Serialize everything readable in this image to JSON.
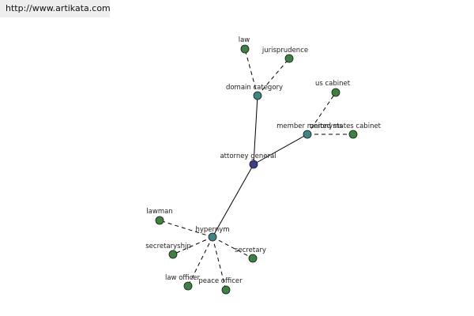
{
  "watermark_url": "http://www.artikata.com",
  "colors": {
    "root": "#3c3c8c",
    "hub": "#3e8686",
    "leaf": "#3f7f3f",
    "edge": "#000000"
  },
  "graph": {
    "nodes": [
      {
        "id": "attorney-general",
        "label": "attorney general",
        "kind": "root"
      },
      {
        "id": "domain-category",
        "label": "domain category",
        "kind": "hub"
      },
      {
        "id": "member-meronyms",
        "label": "member meronyms",
        "kind": "hub"
      },
      {
        "id": "hypernym",
        "label": "hypernym",
        "kind": "hub"
      },
      {
        "id": "law",
        "label": "law",
        "kind": "leaf"
      },
      {
        "id": "jurisprudence",
        "label": "jurisprudence",
        "kind": "leaf"
      },
      {
        "id": "us-cabinet",
        "label": "us cabinet",
        "kind": "leaf"
      },
      {
        "id": "united-states-cabinet",
        "label": "united states cabinet",
        "kind": "leaf"
      },
      {
        "id": "lawman",
        "label": "lawman",
        "kind": "leaf"
      },
      {
        "id": "secretaryship",
        "label": "secretaryship",
        "kind": "leaf"
      },
      {
        "id": "secretary",
        "label": "secretary",
        "kind": "leaf"
      },
      {
        "id": "law-officer",
        "label": "law officer",
        "kind": "leaf"
      },
      {
        "id": "peace-officer",
        "label": "peace officer",
        "kind": "leaf"
      }
    ],
    "edges": [
      {
        "from": "attorney-general",
        "to": "domain-category",
        "style": "solid"
      },
      {
        "from": "attorney-general",
        "to": "member-meronyms",
        "style": "solid"
      },
      {
        "from": "attorney-general",
        "to": "hypernym",
        "style": "solid"
      },
      {
        "from": "domain-category",
        "to": "law",
        "style": "dashed"
      },
      {
        "from": "domain-category",
        "to": "jurisprudence",
        "style": "dashed"
      },
      {
        "from": "member-meronyms",
        "to": "us-cabinet",
        "style": "dashed"
      },
      {
        "from": "member-meronyms",
        "to": "united-states-cabinet",
        "style": "dashed"
      },
      {
        "from": "hypernym",
        "to": "lawman",
        "style": "dashed"
      },
      {
        "from": "hypernym",
        "to": "secretaryship",
        "style": "dashed"
      },
      {
        "from": "hypernym",
        "to": "secretary",
        "style": "dashed"
      },
      {
        "from": "hypernym",
        "to": "law-officer",
        "style": "dashed"
      },
      {
        "from": "hypernym",
        "to": "peace-officer",
        "style": "dashed"
      }
    ]
  }
}
